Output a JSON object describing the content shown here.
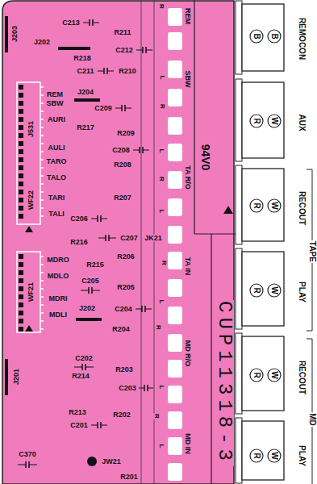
{
  "diagram": {
    "labels": [
      "J203",
      "C213",
      "J202",
      "R211",
      "C212",
      "R218",
      "C211",
      "R210",
      "J204",
      "REM",
      "SBW",
      "AURI",
      "C209",
      "R217",
      "R209",
      "AULI",
      "C208",
      "TARO",
      "R208",
      "TALO",
      "J531",
      "R207",
      "TARI",
      "TALI",
      "WF22",
      "C206",
      "R216",
      "C207",
      "JK21",
      "R206",
      "R215",
      "MDRO",
      "MDLO",
      "C205",
      "R205",
      "MDRI",
      "MDLI",
      "J202",
      "C204",
      "R204",
      "WF21",
      "C202",
      "R214",
      "R203",
      "C203",
      "J201",
      "R213",
      "C201",
      "R202",
      "C370",
      "JW21",
      "R201",
      "REM",
      "SBW",
      "TA R/O",
      "TA IN",
      "MD R/O",
      "MD IN",
      "94V0",
      "CUP11318-3",
      "REMOCON",
      "AUX",
      "RECOUT",
      "TAPE",
      "PLAY",
      "RECOUT",
      "MD",
      "PLAY",
      "B",
      "B",
      "R",
      "W",
      "R",
      "W",
      "R",
      "W",
      "R",
      "W",
      "R",
      "W",
      "R",
      "L",
      "R",
      "L",
      "R",
      "L",
      "R",
      "L",
      "R",
      "L",
      "R",
      "L"
    ]
  }
}
